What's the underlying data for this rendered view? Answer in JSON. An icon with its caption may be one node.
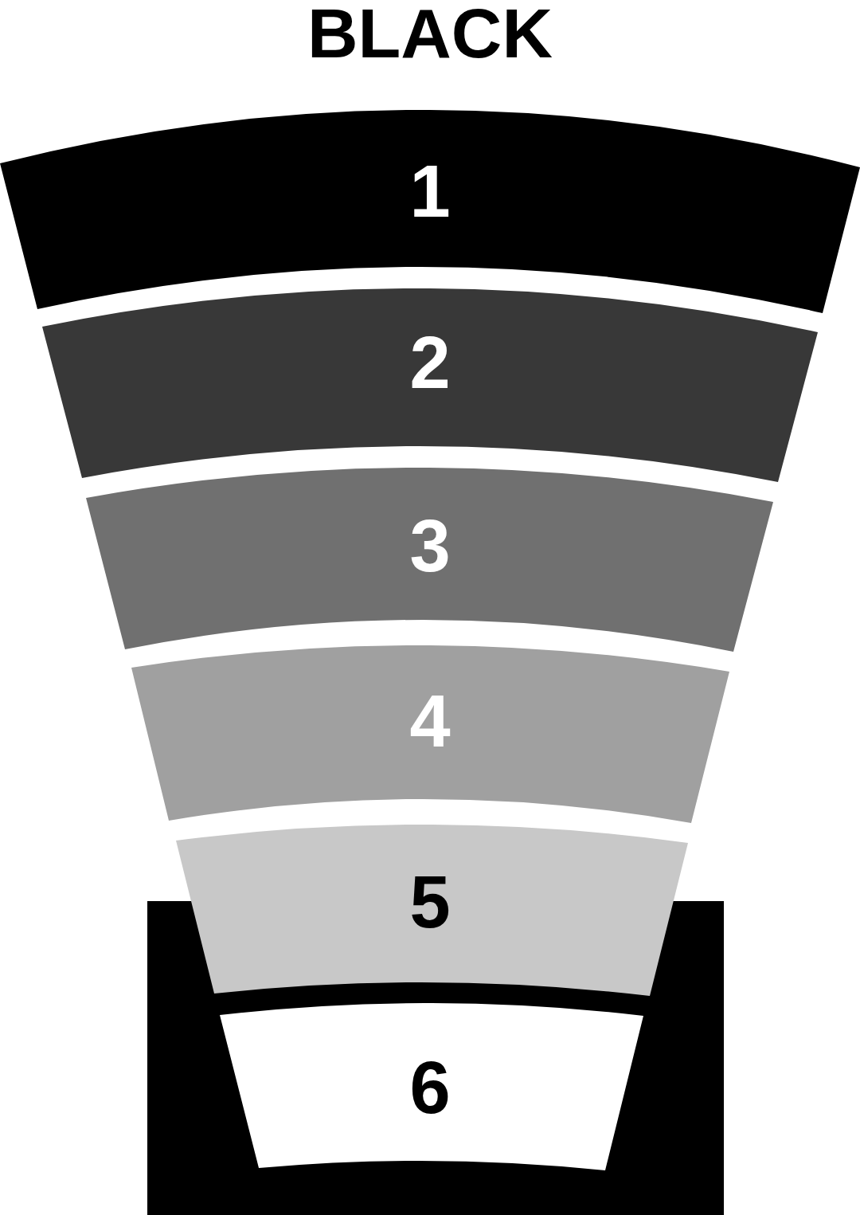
{
  "diagram": {
    "title": "BLACK",
    "nodes": [
      {
        "text": [
          "1"
        ]
      },
      {
        "text": [
          "2"
        ]
      },
      {
        "text": [
          "3"
        ]
      },
      {
        "text": [
          "4"
        ]
      },
      {
        "text": [
          "5"
        ]
      },
      {
        "text": [
          "6"
        ]
      }
    ]
  }
}
